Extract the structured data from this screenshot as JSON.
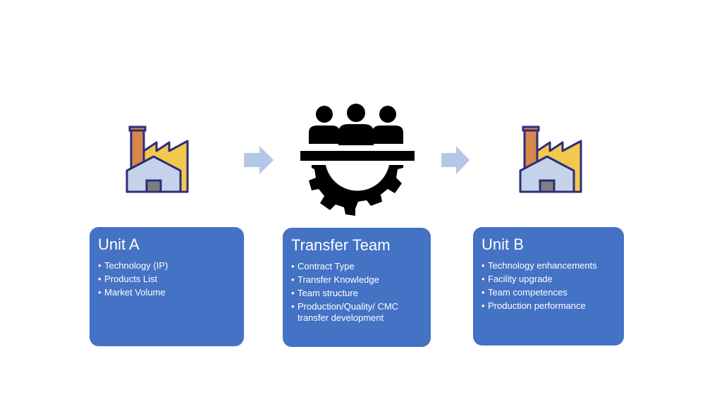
{
  "colors": {
    "box_fill": "#4472c4",
    "box_text": "#ffffff",
    "arrow": "#b4c7e7",
    "factory_outline": "#2e2d7a",
    "factory_roof": "#f2c94c",
    "chimney": "#d9884b",
    "house": "#c5d3ea",
    "door": "#7f7f7f",
    "team_icon": "#000000"
  },
  "icons": [
    "factory-icon",
    "arrow-right-icon",
    "team-gear-icon",
    "arrow-right-icon",
    "factory-icon"
  ],
  "units": [
    {
      "title": "Unit A",
      "items": [
        "Technology (IP)",
        "Products List",
        "Market Volume"
      ]
    },
    {
      "title": "Transfer Team",
      "items": [
        "Contract Type",
        "Transfer Knowledge",
        "Team structure",
        "Production/Quality/ CMC  transfer development"
      ]
    },
    {
      "title": "Unit B",
      "items": [
        "Technology enhancements",
        "Facility upgrade",
        "Team competences",
        "Production performance"
      ]
    }
  ]
}
